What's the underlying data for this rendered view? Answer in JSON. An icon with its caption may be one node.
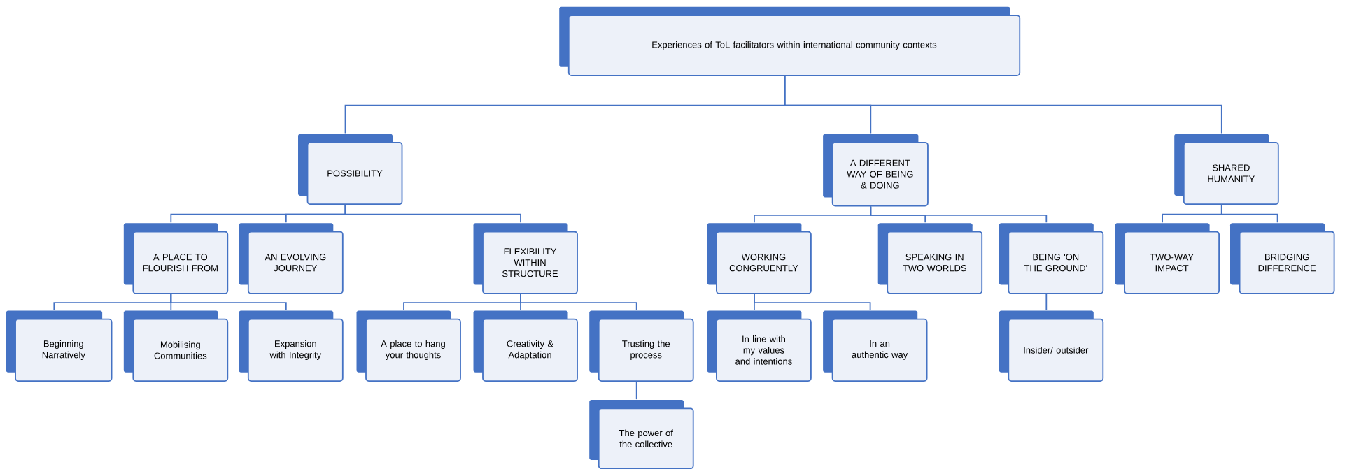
{
  "diagram": {
    "nodes": [
      {
        "text": [
          "Experiences of ToL facilitators within international community contexts"
        ]
      },
      {
        "text": [
          "POSSIBILITY"
        ]
      },
      {
        "text": [
          "A DIFFERENT WAY OF BEING & DOING"
        ]
      },
      {
        "text": [
          "SHARED HUMANITY"
        ]
      },
      {
        "text": [
          "A PLACE TO FLOURISH FROM"
        ]
      },
      {
        "text": [
          "AN EVOLVING JOURNEY"
        ]
      },
      {
        "text": [
          "FLEXIBILITY WITHIN STRUCTURE"
        ]
      },
      {
        "text": [
          "WORKING CONGRUENTLY"
        ]
      },
      {
        "text": [
          "SPEAKING IN TWO WORLDS"
        ]
      },
      {
        "text": [
          "BEING 'ON THE GROUND'"
        ]
      },
      {
        "text": [
          "TWO-WAY IMPACT"
        ]
      },
      {
        "text": [
          "BRIDGING DIFFERENCE"
        ]
      },
      {
        "text": [
          "Beginning Narratively"
        ]
      },
      {
        "text": [
          "Mobilising Communities"
        ]
      },
      {
        "text": [
          "Expansion with Integrity"
        ]
      },
      {
        "text": [
          "A place to hang your thoughts"
        ]
      },
      {
        "text": [
          "Creativity & Adaptation"
        ]
      },
      {
        "text": [
          "Trusting the process"
        ]
      },
      {
        "text": [
          "The power of the collective"
        ]
      },
      {
        "text": [
          "In line with my values and intentions"
        ]
      },
      {
        "text": [
          "In an authentic way"
        ]
      },
      {
        "text": [
          "Insider/ outsider"
        ]
      }
    ],
    "edges": [
      {
        "from": 0,
        "to": 1,
        "arrow": "none"
      },
      {
        "from": 0,
        "to": 2,
        "arrow": "none"
      },
      {
        "from": 0,
        "to": 3,
        "arrow": "none"
      },
      {
        "from": 1,
        "to": 4,
        "arrow": "none"
      },
      {
        "from": 1,
        "to": 5,
        "arrow": "none"
      },
      {
        "from": 1,
        "to": 6,
        "arrow": "none"
      },
      {
        "from": 2,
        "to": 7,
        "arrow": "none"
      },
      {
        "from": 2,
        "to": 8,
        "arrow": "none"
      },
      {
        "from": 2,
        "to": 9,
        "arrow": "none"
      },
      {
        "from": 3,
        "to": 10,
        "arrow": "none"
      },
      {
        "from": 3,
        "to": 11,
        "arrow": "none"
      },
      {
        "from": 4,
        "to": 12,
        "arrow": "none"
      },
      {
        "from": 4,
        "to": 13,
        "arrow": "none"
      },
      {
        "from": 4,
        "to": 14,
        "arrow": "none"
      },
      {
        "from": 6,
        "to": 15,
        "arrow": "none"
      },
      {
        "from": 6,
        "to": 16,
        "arrow": "none"
      },
      {
        "from": 6,
        "to": 17,
        "arrow": "none"
      },
      {
        "from": 17,
        "to": 18,
        "arrow": "none"
      },
      {
        "from": 7,
        "to": 19,
        "arrow": "none"
      },
      {
        "from": 7,
        "to": 20,
        "arrow": "none"
      },
      {
        "from": 9,
        "to": 21,
        "arrow": "none"
      }
    ]
  }
}
